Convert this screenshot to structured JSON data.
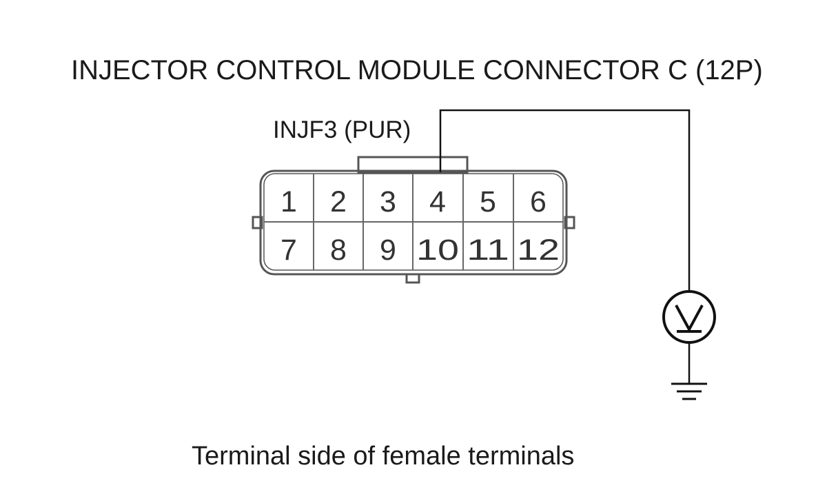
{
  "diagram": {
    "title": "INJECTOR CONTROL MODULE CONNECTOR C (12P)",
    "wire_label": "INJF3 (PUR)",
    "caption": "Terminal side of female terminals",
    "probe_pin": "4",
    "connector": {
      "pins_top": [
        "1",
        "2",
        "3",
        "4",
        "5",
        "6"
      ],
      "pins_bottom": [
        "7",
        "8",
        "9",
        "10",
        "11",
        "12"
      ]
    },
    "meter": {
      "symbol": "voltmeter-icon"
    },
    "ground": {
      "symbol": "ground-icon"
    }
  }
}
